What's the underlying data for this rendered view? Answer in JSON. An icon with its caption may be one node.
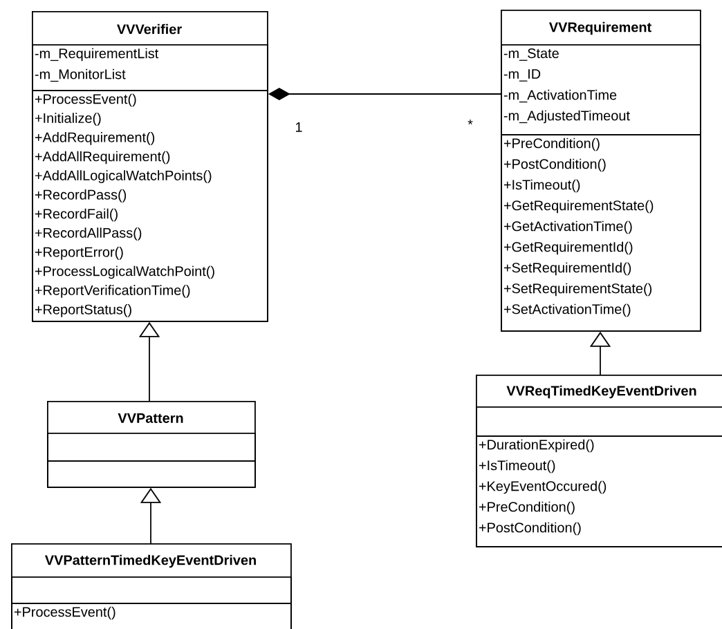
{
  "diagram": {
    "nodes": [
      {
        "text": [
          "VVVerifier"
        ]
      },
      {
        "text": [
          "-m_RequirementList",
          "-m_MonitorList"
        ],
        "in": 0
      },
      {
        "text": [
          "+ProcessEvent()",
          "+Initialize()",
          "+AddRequirement()",
          "+AddAllRequirement()",
          "+AddAllLogicalWatchPoints()",
          "+RecordPass()",
          "+RecordFail()",
          "+RecordAllPass()",
          "+ReportError()",
          "+ProcessLogicalWatchPoint()",
          "+ReportVerificationTime()",
          "+ReportStatus()"
        ],
        "in": 0
      },
      {
        "text": [
          "VVRequirement"
        ]
      },
      {
        "text": [
          "-m_State",
          "-m_ID",
          "-m_ActivationTime",
          "-m_AdjustedTimeout"
        ],
        "in": 3
      },
      {
        "text": [
          "+PreCondition()",
          "+PostCondition()",
          "+IsTimeout()",
          "+GetRequirementState()",
          "+GetActivationTime()",
          "+GetRequirementId()",
          "+SetRequirementId()",
          "+SetRequirementState()",
          "+SetActivationTime()"
        ],
        "in": 3
      },
      {
        "text": [
          "VVPattern"
        ]
      },
      {
        "text": [],
        "shape": "box",
        "in": 6
      },
      {
        "text": [],
        "shape": "box",
        "in": 6
      },
      {
        "text": [
          "VVPatternTimedKeyEventDriven"
        ]
      },
      {
        "text": [],
        "shape": "box",
        "in": 9
      },
      {
        "text": [
          "+ProcessEvent()"
        ],
        "in": 9
      },
      {
        "text": [
          "VVReqTimedKeyEventDriven"
        ]
      },
      {
        "text": [],
        "shape": "box",
        "in": 12
      },
      {
        "text": [
          "+DurationExpired()",
          "+IsTimeout()",
          "+KeyEventOccured()",
          "+PreCondition()",
          "+PostCondition()"
        ],
        "in": 12
      }
    ],
    "edges": [
      {
        "from": 0,
        "to": 3,
        "arrow": "other"
      },
      {
        "from": 6,
        "to": 0,
        "arrow": "to"
      },
      {
        "from": 9,
        "to": 6,
        "arrow": "to"
      },
      {
        "from": 12,
        "to": 3,
        "arrow": "to"
      }
    ],
    "labels": [
      "1",
      "*"
    ]
  }
}
